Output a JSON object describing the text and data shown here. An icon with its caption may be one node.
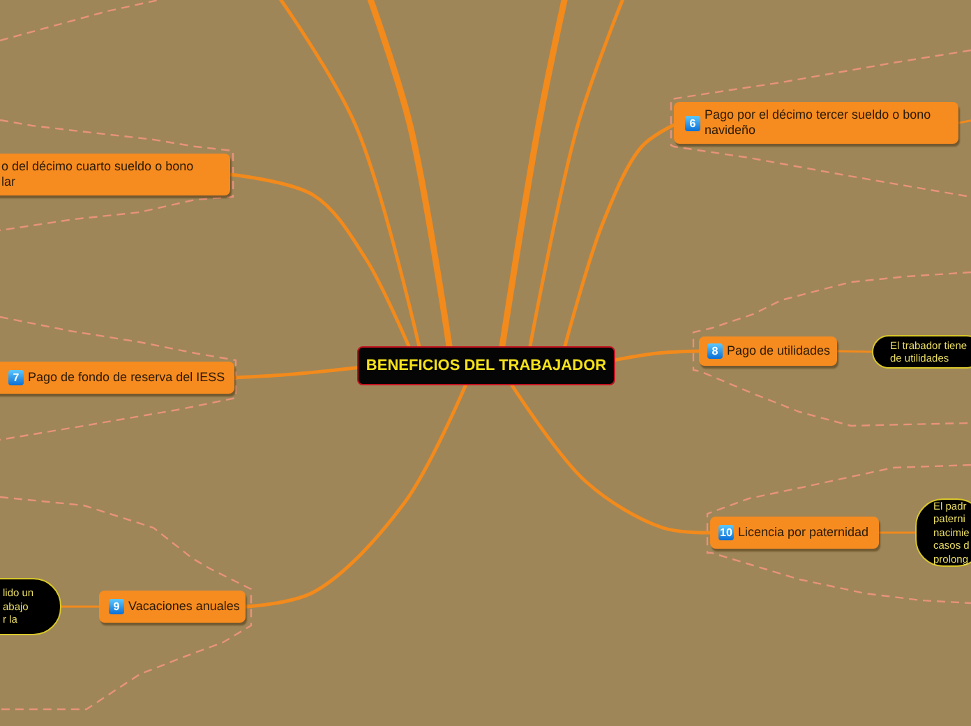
{
  "diagram": {
    "nodes": [
      {
        "text": [
          "BENEFICIOS DEL TRABAJADOR"
        ]
      },
      {
        "text": [
          "6",
          "Pago por el décimo tercer sueldo o bono navideño"
        ]
      },
      {
        "text": [
          "o del décimo cuarto sueldo o bono lar"
        ]
      },
      {
        "text": [
          "8",
          "Pago de utilidades"
        ]
      },
      {
        "text": [
          "El trabador tiene de utilidades"
        ]
      },
      {
        "text": [
          "7",
          "Pago de fondo de reserva del IESS"
        ]
      },
      {
        "text": [
          "10",
          "Licencia por paternidad"
        ]
      },
      {
        "text": [
          "El padr paterni nacimie casos d prolong"
        ]
      },
      {
        "text": [
          "lido un abajo r la"
        ]
      },
      {
        "text": [
          "9",
          "Vacaciones anuales"
        ]
      }
    ],
    "edges": [
      {
        "from": 0,
        "to": null,
        "arrow": "none"
      },
      {
        "from": 0,
        "to": null,
        "arrow": "none",
        "style": "thick"
      },
      {
        "from": 0,
        "to": null,
        "arrow": "none",
        "style": "thick"
      },
      {
        "from": 0,
        "to": null,
        "arrow": "none"
      },
      {
        "from": 0,
        "to": 1,
        "arrow": "none"
      },
      {
        "from": 1,
        "to": null,
        "arrow": "none"
      },
      {
        "from": 0,
        "to": 2,
        "arrow": "none"
      },
      {
        "from": 0,
        "to": 3,
        "arrow": "none"
      },
      {
        "from": 3,
        "to": 4,
        "arrow": "none"
      },
      {
        "from": 0,
        "to": 5,
        "arrow": "none"
      },
      {
        "from": 0,
        "to": 6,
        "arrow": "none"
      },
      {
        "from": 6,
        "to": 7,
        "arrow": "none"
      },
      {
        "from": 0,
        "to": 9,
        "arrow": "none"
      },
      {
        "from": 9,
        "to": 8,
        "arrow": "none"
      }
    ]
  }
}
